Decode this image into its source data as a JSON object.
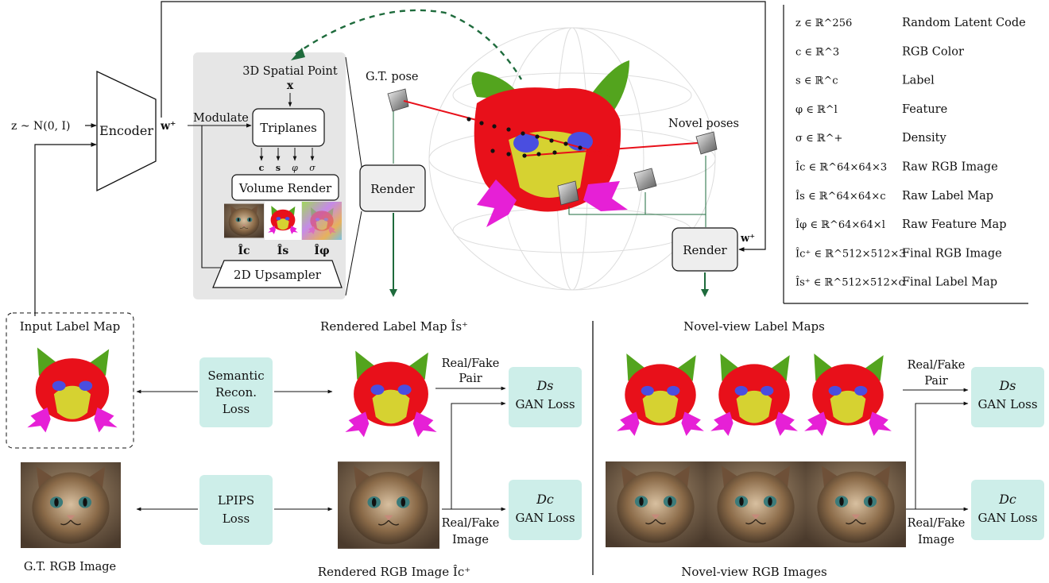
{
  "colors": {
    "panel_gray": "#e6e6e6",
    "loss_teal": "#cdeee9",
    "arrow_green": "#1e6b3c",
    "label_red": "#e8101a",
    "label_green": "#53a41e",
    "label_yellow": "#d6d231",
    "label_blue": "#4a4ee0",
    "label_magenta": "#e620d6",
    "cat_fur": "#8a6a48"
  },
  "icons": [
    "cat-photo-icon",
    "label-map-icon",
    "feature-map-icon",
    "camera-pose-icon"
  ],
  "pipeline": {
    "latent_label": "z ~ N(0, I)",
    "encoder_label": "Encoder",
    "w_plus_label": "w⁺",
    "modulate_label": "Modulate",
    "spatial_point_title": "3D Spatial Point",
    "spatial_point_symbol": "x",
    "triplanes_label": "Triplanes",
    "triplane_outputs": [
      "c",
      "s",
      "φ",
      "σ"
    ],
    "volume_render_label": "Volume Render",
    "raw_outputs": [
      "Îc",
      "Îs",
      "Îφ"
    ],
    "upsampler_label": "2D Upsampler",
    "render_label_left": "Render",
    "render_label_right": "Render",
    "gt_pose_label": "G.T. pose",
    "novel_poses_label": "Novel poses",
    "w_plus_right_label": "w⁺"
  },
  "legend": [
    {
      "symbol": "z ∈ ℝ^256",
      "desc": "Random Latent Code"
    },
    {
      "symbol": "c ∈ ℝ^3",
      "desc": "RGB Color"
    },
    {
      "symbol": "s ∈ ℝ^c",
      "desc": "Label"
    },
    {
      "symbol": "φ ∈ ℝ^l",
      "desc": "Feature"
    },
    {
      "symbol": "σ ∈ ℝ^+",
      "desc": "Density"
    },
    {
      "symbol": "Îc ∈ ℝ^64×64×3",
      "desc": "Raw RGB Image"
    },
    {
      "symbol": "Îs ∈ ℝ^64×64×c",
      "desc": "Raw Label Map"
    },
    {
      "symbol": "Îφ ∈ ℝ^64×64×l",
      "desc": "Raw Feature Map"
    },
    {
      "symbol": "Îc⁺ ∈ ℝ^512×512×3",
      "desc": "Final RGB Image"
    },
    {
      "symbol": "Îs⁺ ∈ ℝ^512×512×c",
      "desc": "Final Label Map"
    }
  ],
  "bottom_left": {
    "input_label_map": "Input Label Map",
    "gt_rgb_image": "G.T. RGB Image",
    "semantic_loss": [
      "Semantic",
      "Recon.",
      "Loss"
    ],
    "lpips_loss": [
      "LPIPS",
      "Loss"
    ],
    "rendered_label_map": "Rendered Label Map Îs⁺",
    "rendered_rgb_image": "Rendered RGB Image Îc⁺",
    "real_fake_pair": [
      "Real/Fake",
      "Pair"
    ],
    "real_fake_image": [
      "Real/Fake",
      "Image"
    ],
    "ds_label": "Ds",
    "dc_label": "Dc",
    "gan_loss": "GAN Loss"
  },
  "bottom_right": {
    "novel_label_maps": "Novel-view Label Maps",
    "novel_rgb_images": "Novel-view RGB Images",
    "real_fake_pair": [
      "Real/Fake",
      "Pair"
    ],
    "real_fake_image": [
      "Real/Fake",
      "Image"
    ],
    "ds_label": "Ds",
    "dc_label": "Dc",
    "gan_loss": "GAN Loss"
  }
}
